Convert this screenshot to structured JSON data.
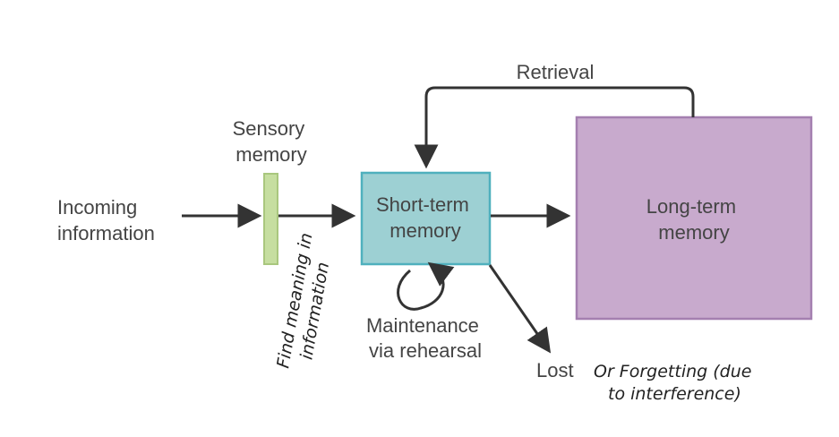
{
  "diagram": {
    "incoming": [
      "Incoming",
      "information"
    ],
    "sensory": [
      "Sensory",
      "memory"
    ],
    "short_term": [
      "Short-term",
      "memory"
    ],
    "long_term": [
      "Long-term",
      "memory"
    ],
    "retrieval": "Retrieval",
    "maintenance": [
      "Maintenance",
      "via rehearsal"
    ],
    "lost": "Lost",
    "note_meaning": [
      "Find meaning in",
      "information"
    ],
    "note_forgetting": [
      "Or Forgetting (due",
      "to interference)"
    ]
  },
  "colors": {
    "sensory_fill": "#c6dea0",
    "sensory_stroke": "#a9c77e",
    "short_term_fill": "#9dd0d3",
    "short_term_stroke": "#4fb0bd",
    "long_term_fill": "#c8aacd",
    "long_term_stroke": "#a47fb0",
    "arrow": "#333333"
  }
}
